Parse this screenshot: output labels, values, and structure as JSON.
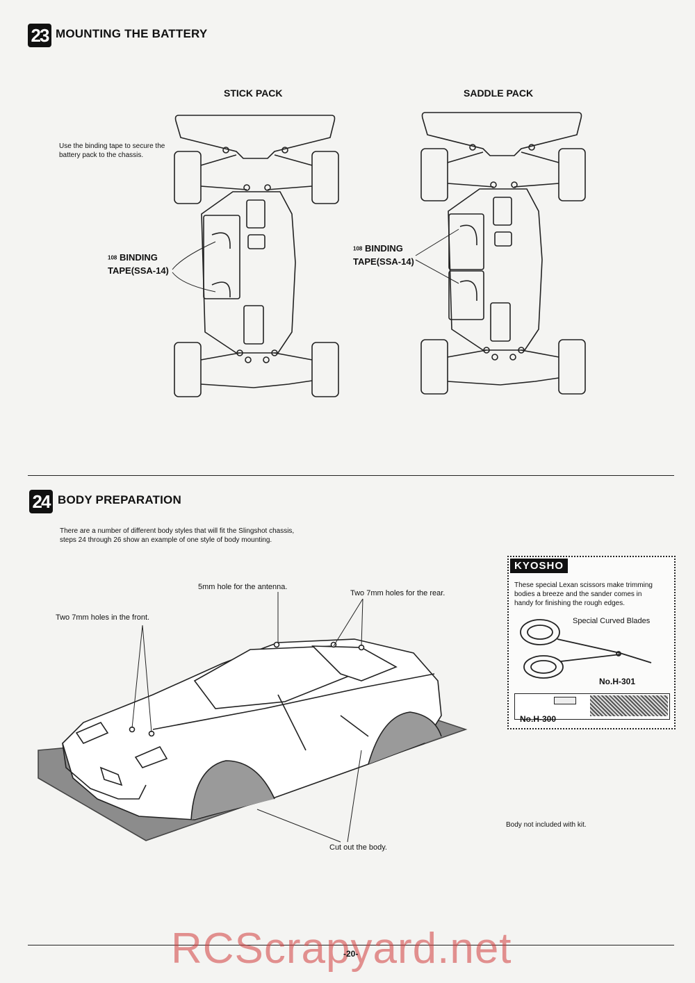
{
  "step23": {
    "number": "23",
    "title": "MOUNTING THE BATTERY",
    "stick_pack": "STICK PACK",
    "saddle_pack": "SADDLE PACK",
    "note": "Use the binding tape to secure the battery pack to the chassis.",
    "tape_label_left_num": "108",
    "tape_label_left_line1": "BINDING",
    "tape_label_left_line2": "TAPE(SSA-14)",
    "tape_label_right_num": "108",
    "tape_label_right_line1": "BINDING",
    "tape_label_right_line2": "TAPE(SSA-14)"
  },
  "step24": {
    "number": "24",
    "title": "BODY PREPARATION",
    "intro_line1": "There are a number of different body styles that will fit the Slingshot chassis,",
    "intro_line2": "steps 24 through 26 show an example of one style of body mounting.",
    "label_antenna": "5mm hole for the antenna.",
    "label_rear": "Two 7mm holes for the rear.",
    "label_front": "Two 7mm holes in the front.",
    "label_cut": "Cut out the body.",
    "body_note": "Body not included with kit."
  },
  "kyosho_box": {
    "logo": "KYOSHO",
    "desc_line1": "These special Lexan scissors make trimming",
    "desc_line2": "bodies a breeze and the sander comes in",
    "desc_line3": "handy for finishing the rough edges.",
    "blades_label": "Special Curved Blades",
    "scissors_part": "No.H-301",
    "sander_part": "No.H-300"
  },
  "footer": {
    "page_number": "-20-",
    "watermark": "RCScrapyard.net"
  }
}
